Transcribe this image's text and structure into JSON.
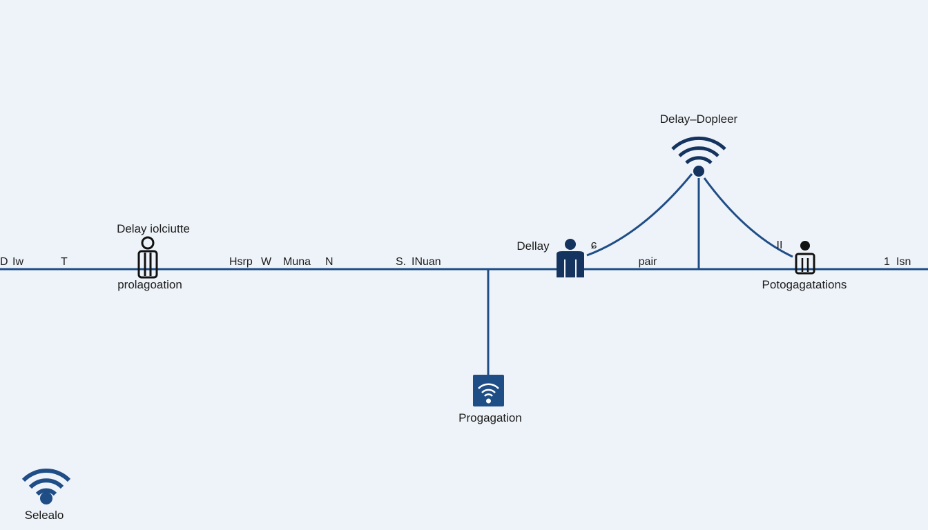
{
  "labels": {
    "top_node": "Delay–Dopleer",
    "left_node_top": "Delay iolciutte",
    "left_node_bottom": "prolagoation",
    "center_left": "Dellay",
    "center_mark": "ɕ",
    "pair": "pair",
    "right_tick": "II",
    "right_node_bottom": "Potogagatations",
    "bottom_box": "Progagation",
    "corner": "Selealo",
    "line_text": [
      "D",
      "Iw",
      "T",
      "Hsrp",
      "W",
      "Muna",
      "N",
      "S.",
      "INuan",
      "1",
      "Isn"
    ]
  },
  "icons": [
    "wifi-icon",
    "person-icon",
    "router-icon"
  ],
  "colors": {
    "line": "#1f4d86",
    "icon": "#15335f",
    "background": "#eef3f9"
  }
}
